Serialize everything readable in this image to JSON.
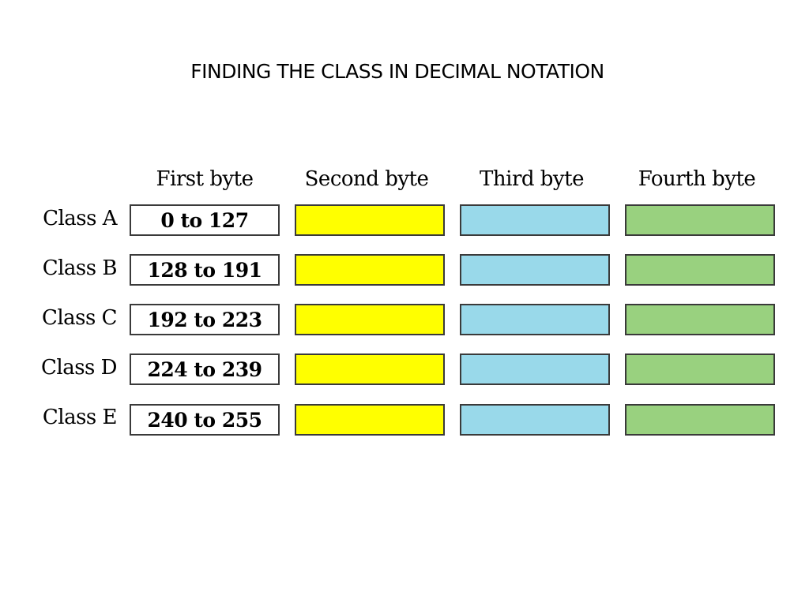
{
  "title": "FINDING THE CLASS IN DECIMAL NOTATION",
  "headers": [
    "First byte",
    "Second byte",
    "Third byte",
    "Fourth byte"
  ],
  "rows": [
    {
      "label": "Class A",
      "range": "0 to 127"
    },
    {
      "label": "Class B",
      "range": "128 to 191"
    },
    {
      "label": "Class C",
      "range": "192 to 223"
    },
    {
      "label": "Class D",
      "range": "224 to 239"
    },
    {
      "label": "Class E",
      "range": "240 to 255"
    }
  ],
  "colors": {
    "second_byte": "#ffff00",
    "third_byte": "#99d9ea",
    "fourth_byte": "#99d17f",
    "border": "#3a3a3a"
  }
}
